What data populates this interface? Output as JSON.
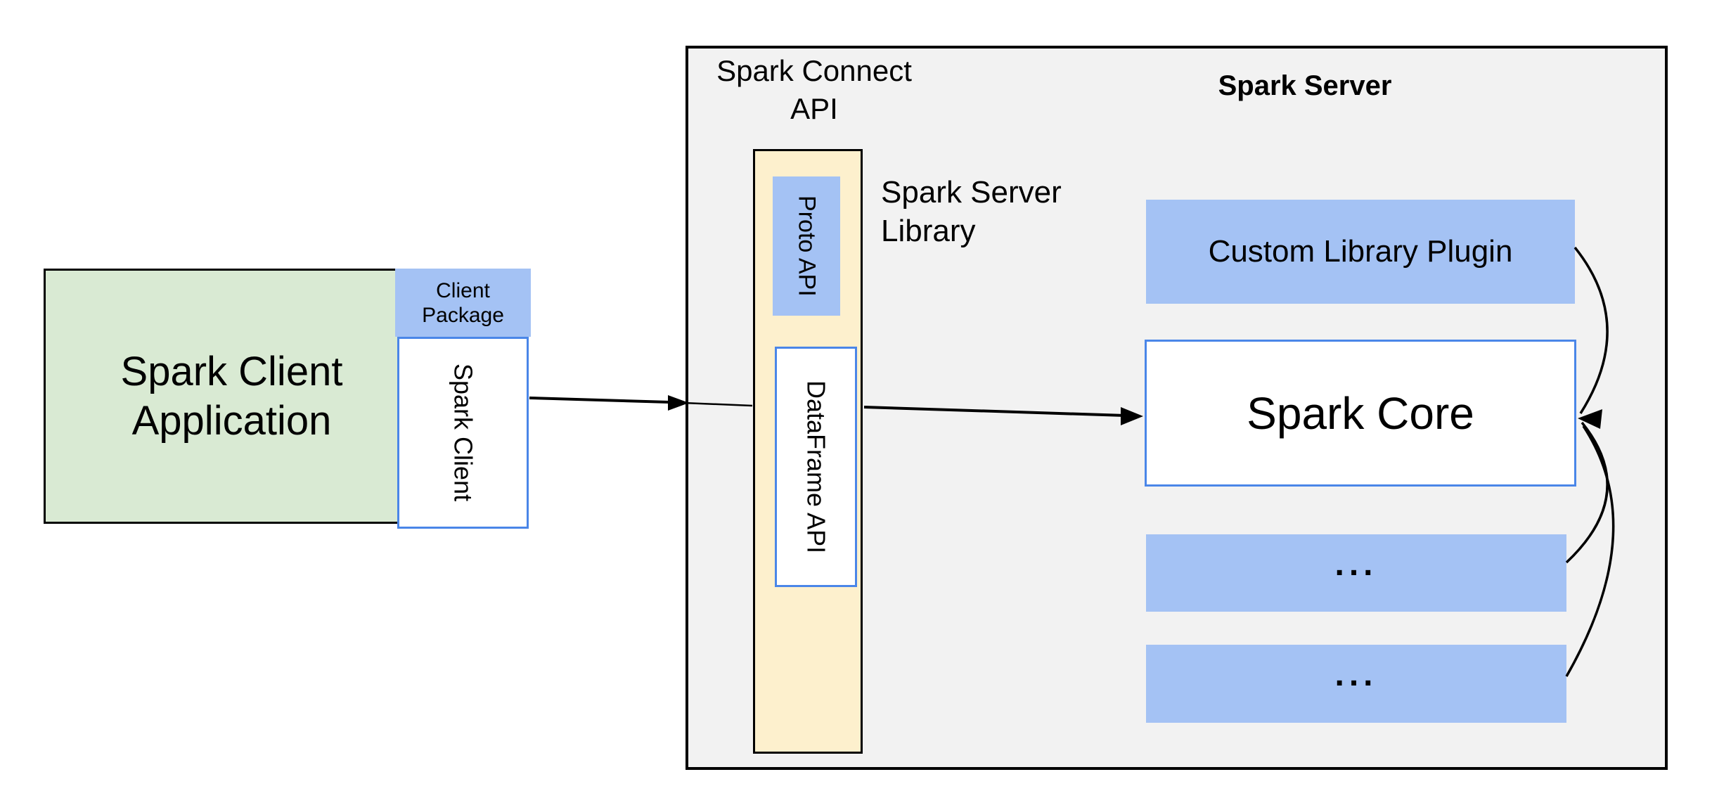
{
  "colors": {
    "page_bg": "#ffffff",
    "server_panel_fill": "#f2f2f2",
    "panel_border": "#000000",
    "green_fill": "#d9ead3",
    "blue_fill": "#a4c2f4",
    "blue_border": "#4a86e8",
    "cream_fill": "#fdf0cd",
    "arrow": "#000000",
    "text": "#000000"
  },
  "client_side": {
    "application_label": "Spark Client\nApplication",
    "package_label": "Client\nPackage",
    "client_label": "Spark Client"
  },
  "connect_api": {
    "heading": "Spark Connect\nAPI",
    "proto_label": "Proto  API",
    "dataframe_label": "DataFrame API",
    "library_caption": "Spark Server\nLibrary"
  },
  "server": {
    "heading": "Spark Server",
    "custom_plugin_label": "Custom Library Plugin",
    "core_label": "Spark Core",
    "plugin_slots": [
      "...",
      "..."
    ]
  }
}
